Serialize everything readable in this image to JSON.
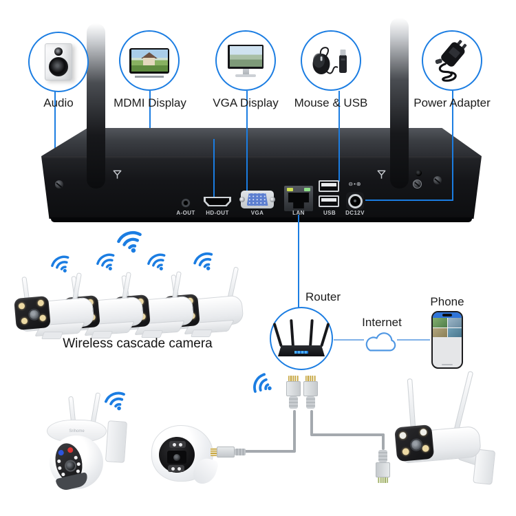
{
  "colors": {
    "accent_blue": "#1b7de2",
    "light_link_blue": "#7fb0e8",
    "nvr_black": "#141518"
  },
  "peripherals": [
    {
      "id": "audio",
      "label": "Audio"
    },
    {
      "id": "mdmi-display",
      "label": "MDMI Display"
    },
    {
      "id": "vga-display",
      "label": "VGA Display"
    },
    {
      "id": "mouse-usb",
      "label": "Mouse & USB"
    },
    {
      "id": "power-adapter",
      "label": "Power Adapter"
    }
  ],
  "nvr": {
    "ports": [
      {
        "id": "a-out",
        "label": "A-OUT"
      },
      {
        "id": "hd-out",
        "label": "HD-OUT"
      },
      {
        "id": "vga",
        "label": "VGA"
      },
      {
        "id": "lan",
        "label": "LAN"
      },
      {
        "id": "usb",
        "label": "USB"
      },
      {
        "id": "dc12v",
        "label": "DC12V"
      }
    ],
    "dc_polarity": "⊖•⊕"
  },
  "network": {
    "router_label": "Router",
    "internet_label": "Internet",
    "phone_label": "Phone"
  },
  "cameras": {
    "cascade_caption": "Wireless cascade camera",
    "ptz_brand": "Srihome"
  }
}
